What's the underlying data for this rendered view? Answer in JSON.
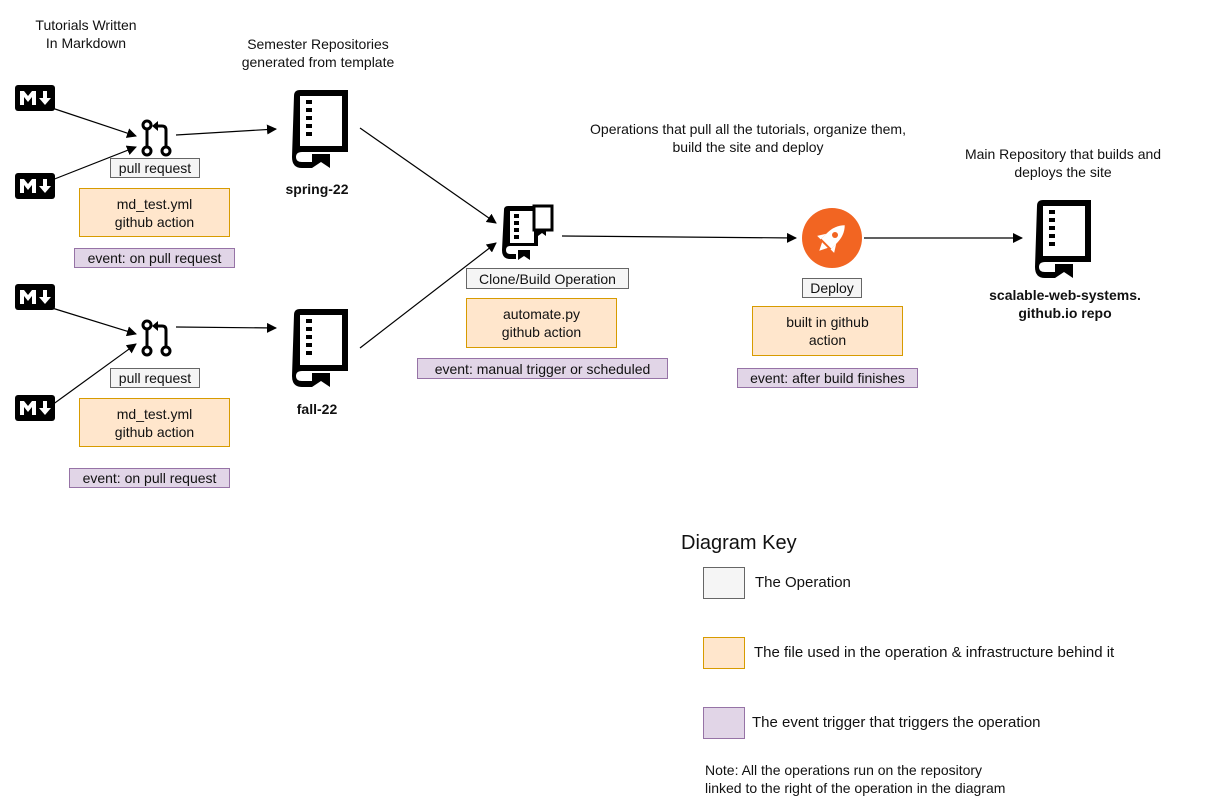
{
  "headings": {
    "tutorials": [
      "Tutorials Written",
      "In Markdown"
    ],
    "semester": [
      "Semester Repositories",
      "generated from template"
    ],
    "operations": [
      "Operations that pull all the tutorials, organize them,",
      "build the site and deploy"
    ],
    "main_repo": [
      "Main Repository that builds and",
      "deploys the site"
    ]
  },
  "flow_top": {
    "op": "pull request",
    "file": [
      "md_test.yml",
      "github action"
    ],
    "event": "event: on pull request",
    "repo": "spring-22"
  },
  "flow_bottom": {
    "op": "pull request",
    "file": [
      "md_test.yml",
      "github action"
    ],
    "event": "event: on pull request",
    "repo": "fall-22"
  },
  "clone_build": {
    "op": "Clone/Build Operation",
    "file": [
      "automate.py",
      "github action"
    ],
    "event": "event: manual trigger or scheduled"
  },
  "deploy": {
    "op": "Deploy",
    "file": [
      "built in github",
      "action"
    ],
    "event": "event: after build finishes"
  },
  "main_repo_name": [
    "scalable-web-systems.",
    "github.io repo"
  ],
  "key": {
    "title": "Diagram Key",
    "items": [
      {
        "label": "The Operation",
        "color": "#f5f5f5"
      },
      {
        "label": "The file used in the operation & infrastructure behind it",
        "color": "#ffe6cc"
      },
      {
        "label": "The event trigger that triggers the operation",
        "color": "#e1d5e7"
      }
    ],
    "note": [
      "Note: All the operations run on the repository",
      "linked to the right of the operation in the diagram"
    ]
  },
  "colors": {
    "operation_fill": "#f5f5f5",
    "file_fill": "#ffe6cc",
    "event_fill": "#e1d5e7",
    "deploy_circle": "#f26522"
  },
  "icons": [
    "markdown-icon",
    "git-pull-request-icon",
    "repo-book-icon",
    "repo-clone-icon",
    "rocket-icon"
  ]
}
